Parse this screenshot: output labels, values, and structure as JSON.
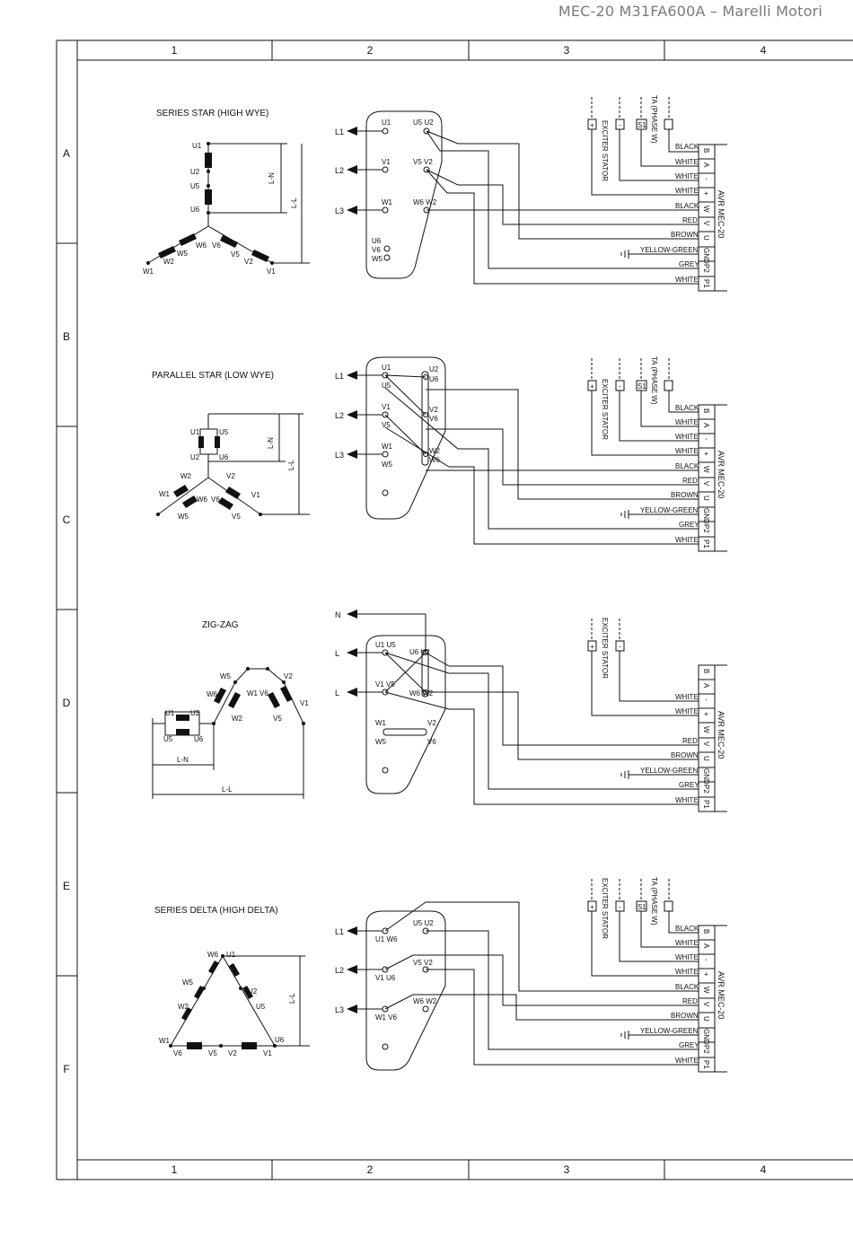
{
  "header": "MEC-20 M31FA600A –  Marelli Motori",
  "grid": {
    "columns": [
      "1",
      "2",
      "3",
      "4"
    ],
    "rows": [
      "A",
      "B",
      "C",
      "D",
      "E",
      "F"
    ]
  },
  "sections": {
    "series_star": "SERIES STAR (HIGH WYE)",
    "parallel_star": "PARALLEL STAR (LOW WYE)",
    "zig_zag": "ZIG-ZAG",
    "series_delta": "SERIES DELTA (HIGH DELTA)"
  },
  "dims": {
    "ln": "L-N",
    "ll": "L-L"
  },
  "lines": {
    "l1": "L1",
    "l2": "L2",
    "l3": "L3",
    "n": "N",
    "l": "L"
  },
  "terminals": {
    "u1": "U1",
    "u2": "U2",
    "u5": "U5",
    "u6": "U6",
    "v1": "V1",
    "v2": "V2",
    "v5": "V5",
    "v6": "V6",
    "w1": "W1",
    "w2": "W2",
    "w5": "W5",
    "w6": "W6",
    "u5u2": "U5 U2",
    "v5v2": "V5 V2",
    "w6w2": "W6 W2",
    "u1u5": "U1 U5",
    "u6u2": "U6 U2",
    "v1v5": "V1 V5",
    "w6w2b": "W6 W2",
    "u1w6": "U1 W6",
    "v1u6": "V1 U6",
    "w1v6": "W1 V6"
  },
  "labels": {
    "exciter": "EXCITER STATOR",
    "ta": "TA (PHASE W)",
    "s1": "S1",
    "plus": "+",
    "minus": "-",
    "avr": "AVR MEC-20"
  },
  "avr_pins": [
    "B",
    "A",
    "-",
    "+",
    "W",
    "V",
    "U",
    "GND",
    "P2",
    "P1"
  ],
  "wires": {
    "black": "BLACK",
    "white": "WHITE",
    "red": "RED",
    "brown": "BROWN",
    "yellow_green": "YELLOW-GREEN",
    "grey": "GREY"
  }
}
